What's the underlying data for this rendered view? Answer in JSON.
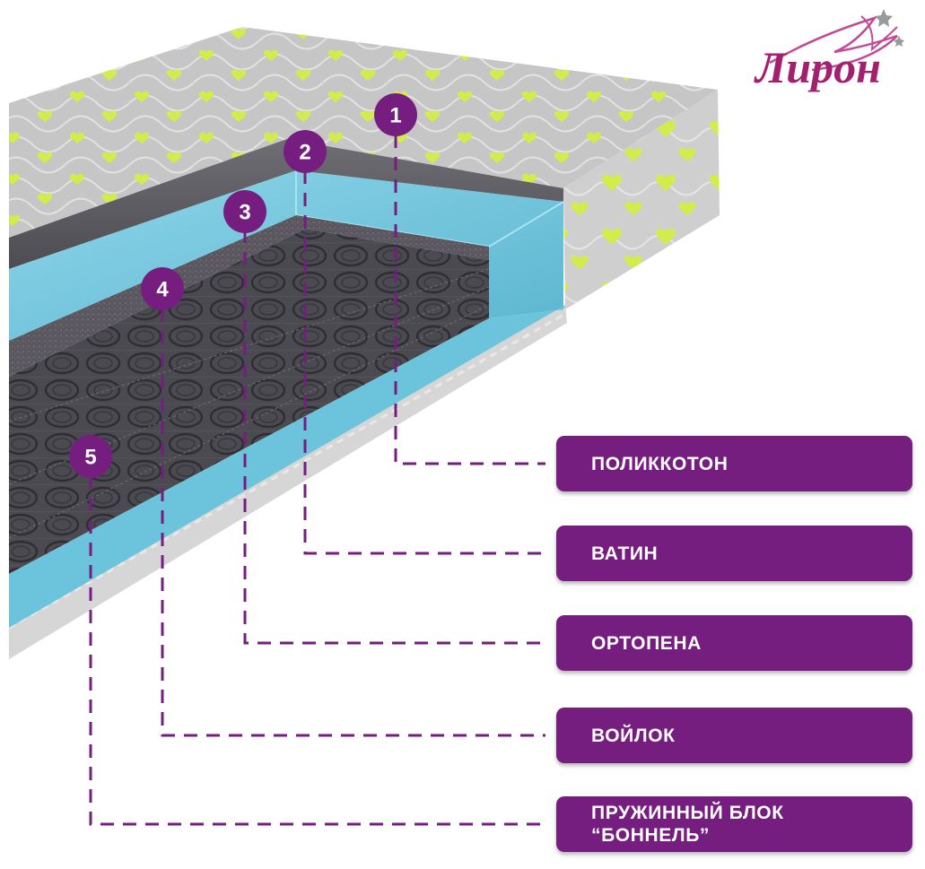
{
  "brand": {
    "name": "Лирон",
    "color": "#a3206f"
  },
  "colors": {
    "accent": "#761e7f",
    "foam": "#6bc4dc",
    "cover": "#c9c9c9",
    "heart": "#d4ec4a"
  },
  "layers": [
    {
      "number": "1",
      "label": "ПОЛИККОТОН"
    },
    {
      "number": "2",
      "label": "ВАТИН"
    },
    {
      "number": "3",
      "label": "ОРТОПЕНА"
    },
    {
      "number": "4",
      "label": "ВОЙЛОК"
    },
    {
      "number": "5",
      "label": "ПРУЖИННЫЙ БЛОК\n“БОННЕЛЬ”"
    }
  ]
}
